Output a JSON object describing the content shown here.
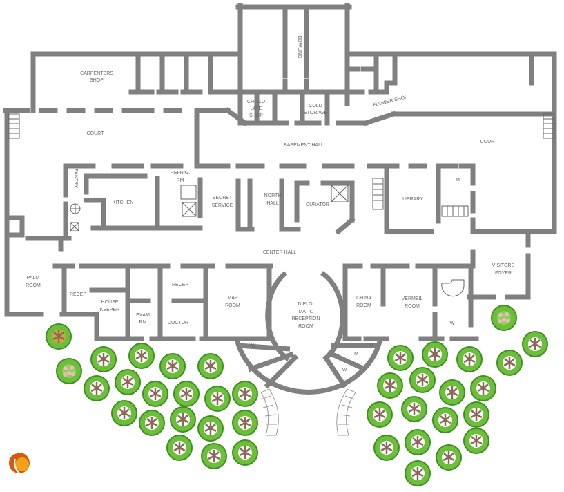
{
  "rooms": {
    "carpenters_shop": [
      "CARPENTERS",
      "SHOP"
    ],
    "bowling": "BOWLING",
    "chocolate_shop": [
      "CHOCO",
      "LATE",
      "SHOP"
    ],
    "cold_storage": [
      "COLD",
      "STORAGE"
    ],
    "flower_shop": "FLOWER SHOP",
    "court_left": "COURT",
    "court_right": "COURT",
    "basement_hall": "BASEMENT HALL",
    "pantry": "PANTRY",
    "kitchen": "KITCHEN",
    "refrig_rm": [
      "REFRIG.",
      "RM"
    ],
    "secret_service": [
      "SECRET",
      "SERVICE"
    ],
    "north_hall": [
      "NORTH",
      "HALL"
    ],
    "curator": "CURATOR",
    "library": "LIBRARY",
    "library_m": "M",
    "center_hall": "CENTER HALL",
    "palm_room": [
      "PALM",
      "ROOM"
    ],
    "recep_left": "RECEP",
    "housekeeper": [
      "HOUSE",
      "KEEPER"
    ],
    "exam_rm": [
      "EXAM",
      "RM"
    ],
    "recep_right": "RECEP",
    "doctor": "DOCTOR",
    "map_room": [
      "MAP",
      "ROOM"
    ],
    "diplomatic": [
      "DIPLO,",
      "MATIC",
      "RECEPTION",
      "ROOM"
    ],
    "china_room": [
      "CHINA",
      "ROOM"
    ],
    "vermeil_room": [
      "VERMEIL",
      "ROOM"
    ],
    "visitors_foyer": [
      "VISITORS",
      "FOYER"
    ],
    "restroom_w1": "W",
    "restroom_w2": "W",
    "restroom_m1": "M",
    "restroom_m2": "M",
    "restroom_w3": "W"
  },
  "colors": {
    "wall": "#808080",
    "foliage": "#6cbf3a",
    "foliage_dark": "#3f8f22",
    "trunk": "#8a6a55",
    "flower": "#f2b8c0"
  }
}
